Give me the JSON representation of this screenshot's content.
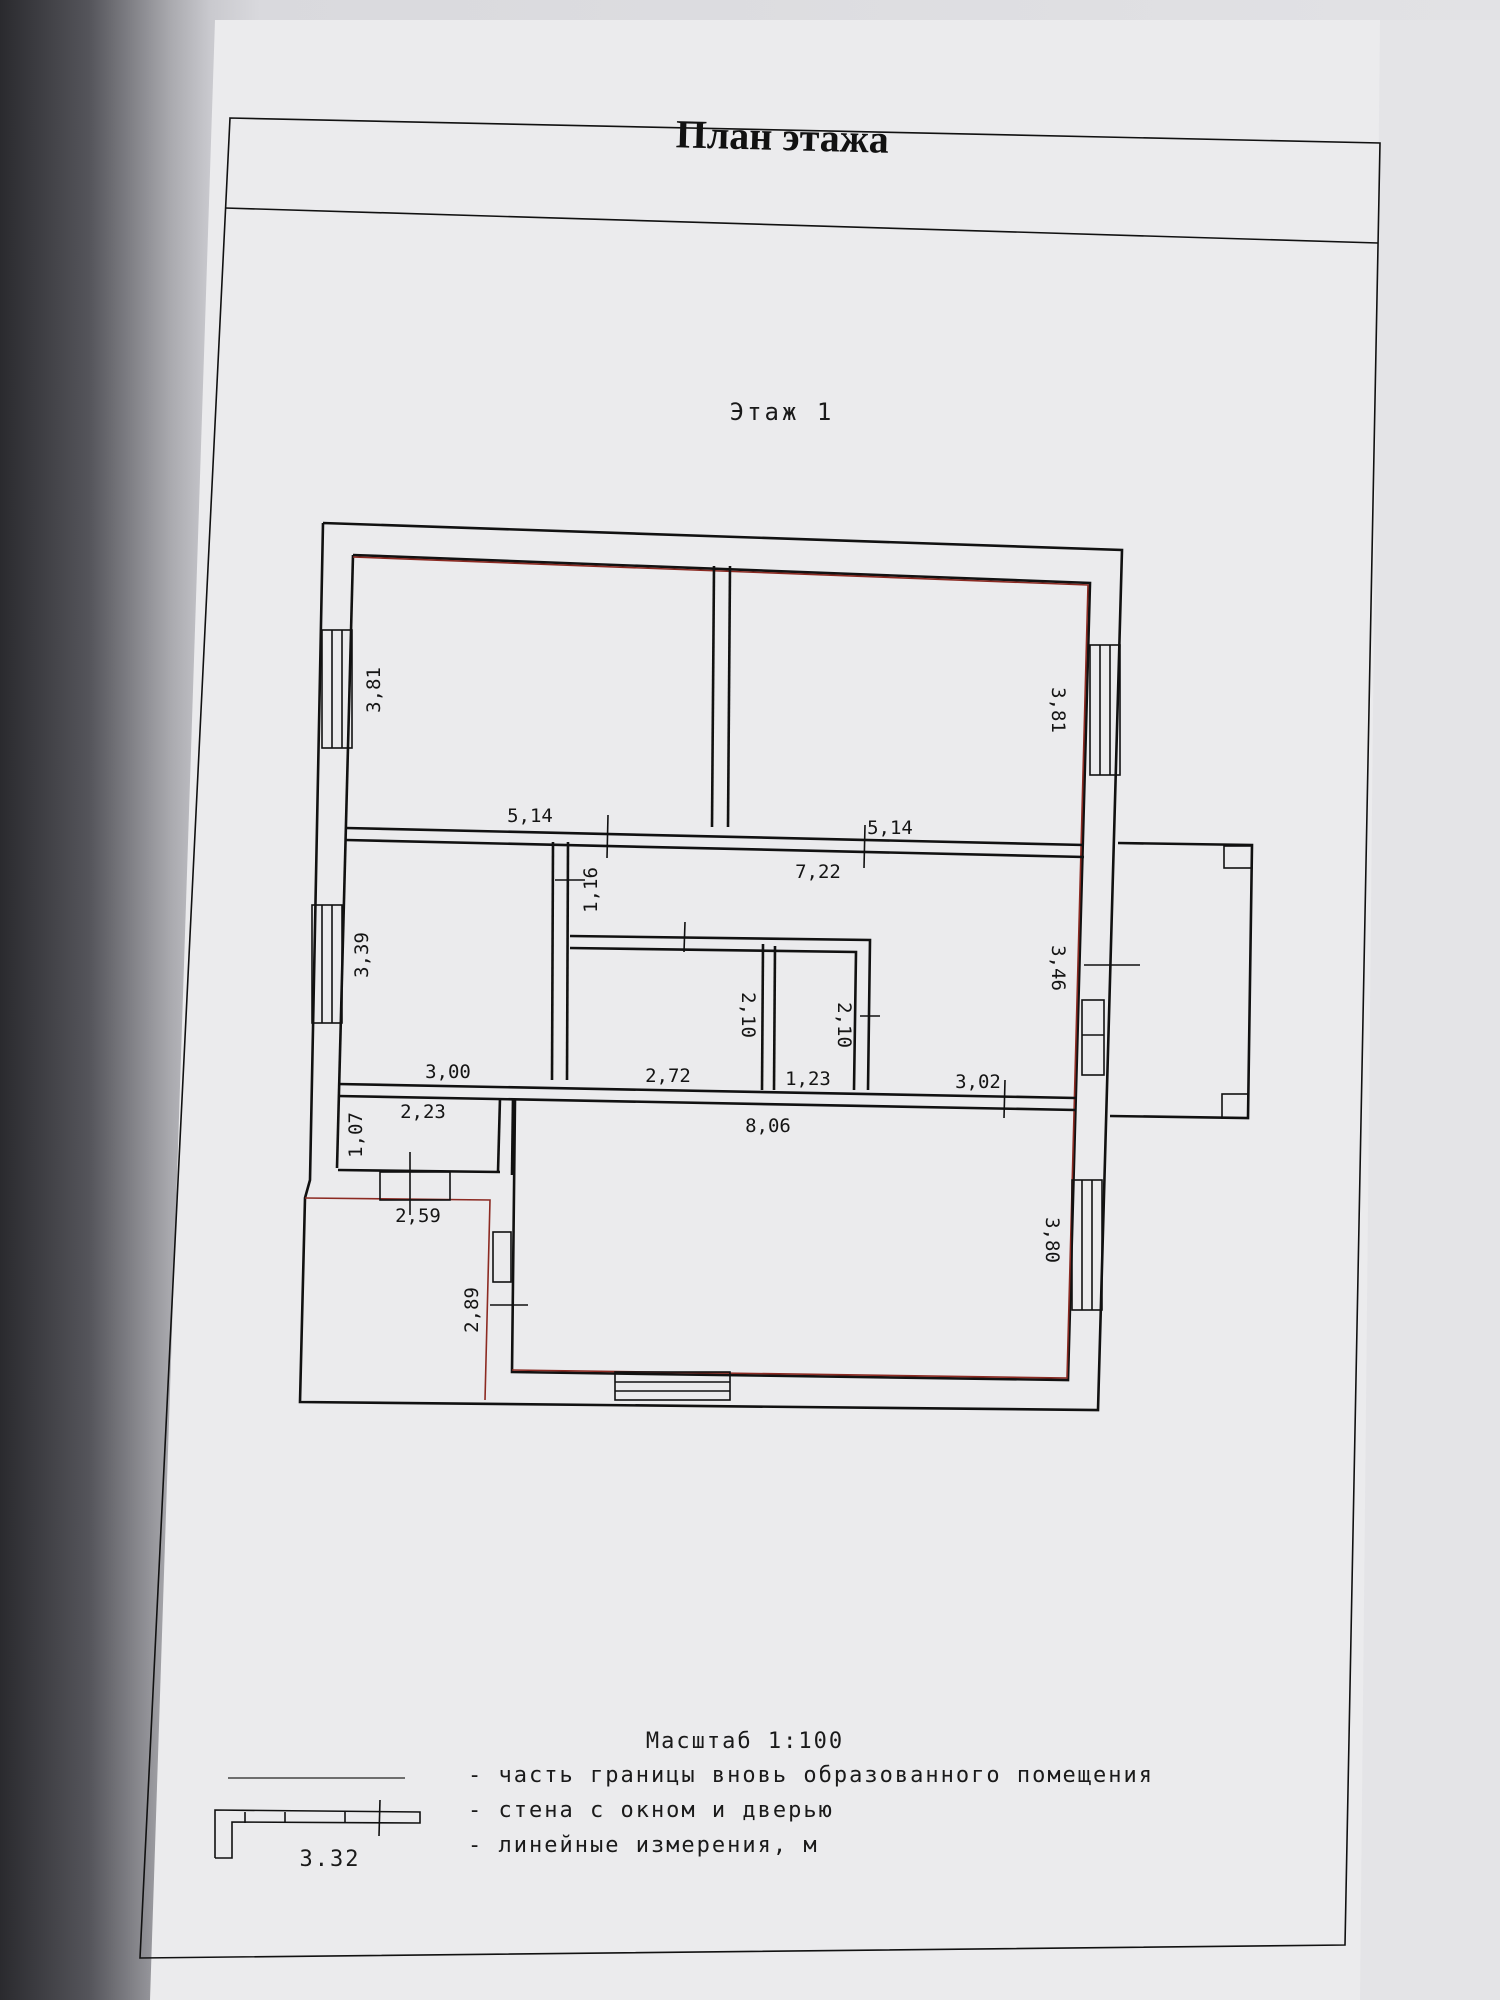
{
  "document": {
    "title": "План этажа",
    "floor_label": "Этаж 1"
  },
  "plan": {
    "dimensions": {
      "room_nw_height": "3,81",
      "room_ne_height": "3,81",
      "room_nw_width": "5,14",
      "room_ne_width": "5,14",
      "corridor_width": "7,22",
      "corridor_height": "1,16",
      "room_w_height": "3,39",
      "room_w_width": "3,00",
      "bath_width": "2,72",
      "bath_height": "2,10",
      "wc_height": "2,10",
      "wc_width": "1,23",
      "hall_right_width": "3,02",
      "hall_right_height": "3,46",
      "small_room_width": "2,23",
      "small_room_height": "1,07",
      "big_room_width": "8,06",
      "big_room_height": "3,80",
      "porch_width": "2,59",
      "porch_height": "2,89"
    }
  },
  "legend": {
    "scale": "Масштаб 1:100",
    "item_boundary": "- часть границы вновь образованного помещения",
    "item_wall": "- стена с окном и дверью",
    "item_measure": "- линейные измерения, м",
    "sample_value": "3.32"
  }
}
